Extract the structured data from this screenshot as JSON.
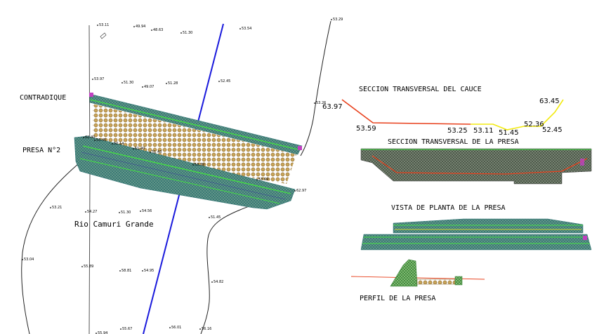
{
  "labels": {
    "contradique": "CONTRADIQUE",
    "presa": "PRESA N°2",
    "rio": "Rio Camuri Grande",
    "seccion_cauce": "SECCION TRANSVERSAL DEL CAUCE",
    "seccion_presa": "SECCION TRANSVERSAL DE LA PRESA",
    "vista_planta": "VISTA DE PLANTA DE LA PRESA",
    "perfil": "PERFIL DE LA PRESA"
  },
  "elevations": {
    "e1": "63.97",
    "e2": "53.59",
    "e3": "53.25",
    "e4": "53.11",
    "e5": "51.45",
    "e6": "52.36",
    "e7": "52.45",
    "e8": "63.45"
  },
  "spot_heights": {
    "s1": "53.11",
    "s2": "49.94",
    "s3": "48.63",
    "s4": "51.30",
    "s5": "53.54",
    "s6": "53.29",
    "s7": "53.97",
    "s8": "51.30",
    "s9": "49.07",
    "s10": "51.28",
    "s11": "52.45",
    "s12": "53.26",
    "s13": "62.40",
    "s14": "53.45",
    "s15": "50.14",
    "s16": "51.40",
    "s17": "51.43",
    "s18": "53.39",
    "s19": "53.69",
    "s20": "62.97",
    "s21": "53.21",
    "s22": "54.27",
    "s23": "51.30",
    "s24": "54.56",
    "s25": "51.45",
    "s26": "53.04",
    "s27": "55.89",
    "s28": "58.81",
    "s29": "54.95",
    "s30": "54.82",
    "s31": "55.94",
    "s32": "55.67",
    "s33": "56.01",
    "s34": "56.16"
  },
  "colors": {
    "red": "#e8401c",
    "yellow": "#f2ea10",
    "blue": "#1a1adc",
    "teal": "#3aa0a0",
    "green": "#44dd44",
    "tan": "#c8a45a",
    "magenta": "#c040c0"
  }
}
